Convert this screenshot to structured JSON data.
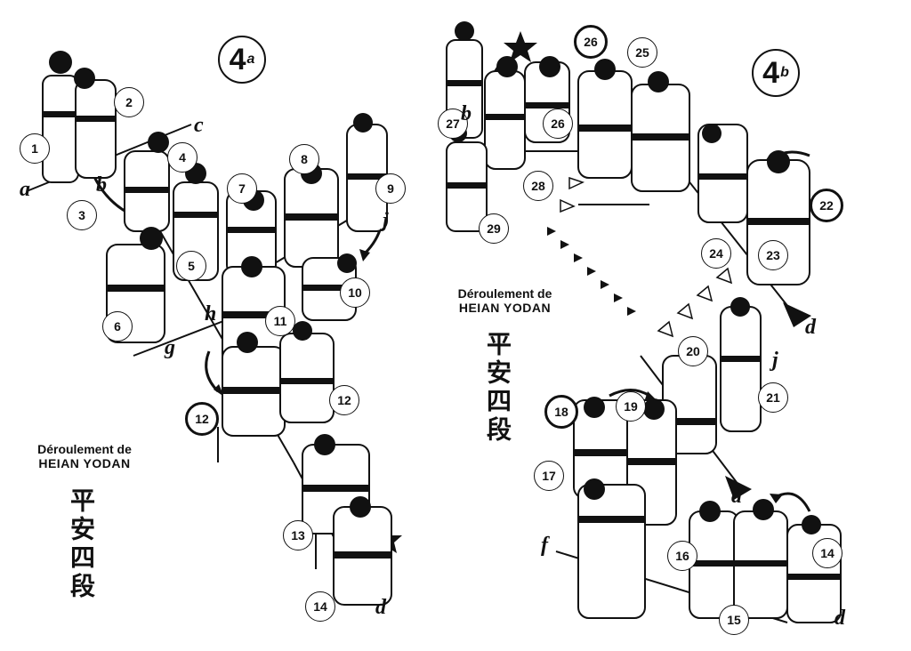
{
  "panel_a": {
    "big_label": "4",
    "big_label_suffix": "a",
    "caption_line1": "Déroulement de",
    "caption_line2": "HEIAN YODAN",
    "kanji": "平安四段",
    "step_badges": [
      "1",
      "2",
      "3",
      "4",
      "5",
      "6",
      "7",
      "8",
      "9",
      "10",
      "11",
      "12",
      "12",
      "13",
      "14"
    ],
    "letters": [
      "a",
      "b",
      "c",
      "g",
      "h",
      "j",
      "d"
    ]
  },
  "panel_b": {
    "big_label": "4",
    "big_label_suffix": "b",
    "caption_line1": "Déroulement de",
    "caption_line2": "HEIAN YODAN",
    "kanji": "平安四段",
    "step_badges": [
      "14",
      "15",
      "16",
      "17",
      "18",
      "19",
      "20",
      "21",
      "22",
      "23",
      "24",
      "25",
      "26",
      "26",
      "27",
      "28",
      "29"
    ],
    "letters": [
      "b",
      "d",
      "j",
      "d",
      "f",
      "d"
    ]
  },
  "colors": {
    "ink": "#111111",
    "paper": "#ffffff"
  }
}
